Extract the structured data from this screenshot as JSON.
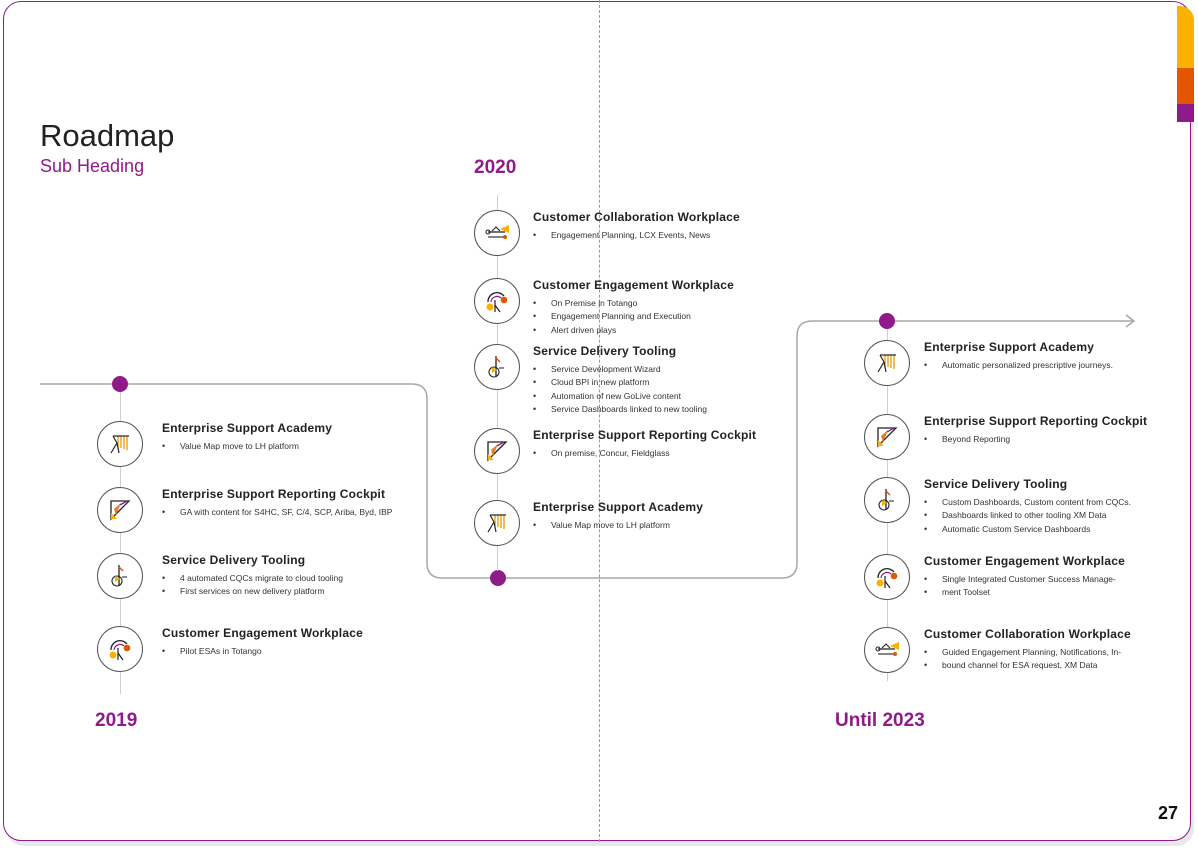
{
  "page": {
    "title": "Roadmap",
    "subtitle": "Sub Heading",
    "page_number": "27",
    "accent_colors": [
      "#fbb100",
      "#e35500",
      "#8f1a8a"
    ]
  },
  "columns": [
    {
      "year": "2019",
      "items": [
        {
          "title": "Enterprise Support Academy",
          "icon": "academy-icon",
          "bullets": [
            "Value Map move to LH platform"
          ]
        },
        {
          "title": "Enterprise Support Reporting Cockpit",
          "icon": "cockpit-icon",
          "bullets": [
            "GA with content for S4HC, SF, C/4, SCP, Ariba, Byd, IBP"
          ]
        },
        {
          "title": "Service Delivery Tooling",
          "icon": "tooling-icon",
          "bullets": [
            "4 automated CQCs migrate to cloud tooling",
            "First services on new delivery platform"
          ]
        },
        {
          "title": "Customer Engagement Workplace",
          "icon": "engagement-icon",
          "bullets": [
            "Pilot ESAs in Totango"
          ]
        }
      ]
    },
    {
      "year": "2020",
      "items": [
        {
          "title": "Customer Collaboration Workplace",
          "icon": "collaboration-icon",
          "bullets": [
            "Engagement Planning, LCX Events, News"
          ]
        },
        {
          "title": "Customer Engagement Workplace",
          "icon": "engagement-icon",
          "bullets": [
            "On Premise in Totango",
            "Engagement Planning and Execution",
            "Alert driven plays"
          ]
        },
        {
          "title": "Service Delivery Tooling",
          "icon": "tooling-icon",
          "bullets": [
            "Service Development Wizard",
            "Cloud  BPI in new platform",
            "Automation of new GoLive content",
            "Service Dashboards linked to new tooling"
          ]
        },
        {
          "title": "Enterprise Support Reporting Cockpit",
          "icon": "cockpit-icon",
          "bullets": [
            "On premise, Concur, Fieldglass"
          ]
        },
        {
          "title": "Enterprise Support Academy",
          "icon": "academy-icon",
          "bullets": [
            "Value Map move to LH platform"
          ]
        }
      ]
    },
    {
      "year": "Until 2023",
      "items": [
        {
          "title": "Enterprise Support Academy",
          "icon": "academy-icon",
          "bullets": [
            "Automatic personalized prescriptive journeys."
          ]
        },
        {
          "title": "Enterprise Support Reporting Cockpit",
          "icon": "cockpit-icon",
          "bullets": [
            "Beyond Reporting"
          ]
        },
        {
          "title": "Service Delivery Tooling",
          "icon": "tooling-icon",
          "bullets": [
            "Custom Dashboards, Custom content from CQCs.",
            "Dashboards linked to other tooling XM Data",
            "Automatic Custom Service Dashboards"
          ]
        },
        {
          "title": "Customer Engagement Workplace",
          "icon": "engagement-icon",
          "bullets": [
            "Single Integrated Customer Success Manage-",
            "ment Toolset"
          ]
        },
        {
          "title": "Customer Collaboration Workplace",
          "icon": "collaboration-icon",
          "bullets": [
            "Guided Engagement Planning, Notifications, In-",
            "bound channel for ESA request, XM Data"
          ]
        }
      ]
    }
  ]
}
